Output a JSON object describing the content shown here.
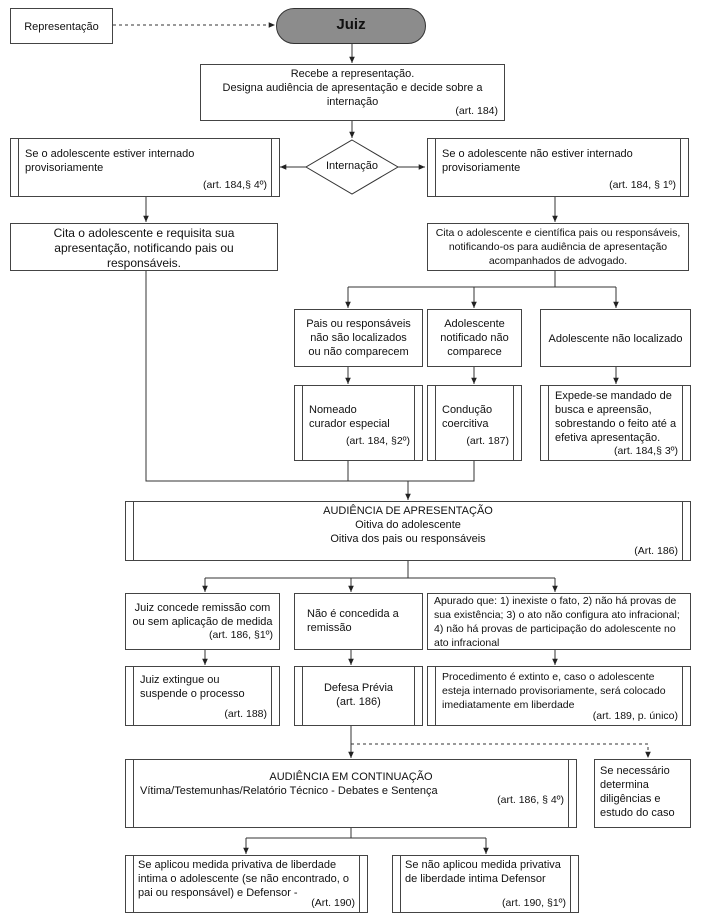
{
  "representacao": "Representação",
  "juiz": "Juiz",
  "recebe": {
    "text": "Recebe a representação.\nDesigna audiência de apresentação e decide sobre a internação",
    "ref": "(art. 184)"
  },
  "internacao": "Internação",
  "internado": {
    "text": "Se o adolescente estiver internado\nprovisoriamente",
    "ref": "(art. 184,§ 4º)"
  },
  "nao_internado": {
    "text": "Se o adolescente não estiver internado\nprovisoriamente",
    "ref": "(art. 184, § 1º)"
  },
  "cita_requisita": "Cita o adolescente e requisita sua\napresentação, notificando pais ou\nresponsáveis.",
  "cita_cientifica": "Cita o adolescente e científica pais ou responsáveis,\nnotificando-os para audiência de apresentação\nacompanhados de advogado.",
  "pais_nao_localizados": "Pais ou responsáveis\nnão são localizados\nou não comparecem",
  "adolescente_notificado": "Adolescente\nnotificado não\ncomparece",
  "adolescente_nao_localizado": "Adolescente não localizado",
  "nomeado": {
    "text": "Nomeado\ncurador especial",
    "ref": "(art. 184, §2º)"
  },
  "conducao": {
    "text": "Condução\ncoercitiva",
    "ref": "(art. 187)"
  },
  "expede": {
    "text": "Expede-se mandado de\nbusca e apreensão,\nsobrestando o feito até a\nefetiva apresentação.",
    "ref": "(art. 184,§ 3º)"
  },
  "audiencia_apresentacao": {
    "text": "AUDIÊNCIA DE APRESENTAÇÃO\nOitiva do adolescente\nOitiva dos pais ou responsáveis",
    "ref": "(Art. 186)"
  },
  "remissao": {
    "text": "Juiz concede remissão com\nou sem aplicação de medida",
    "ref": "(art. 186, §1º)"
  },
  "nao_remissao": "Não é concedida a\nremissão",
  "apurado": "Apurado que: 1) inexiste o fato, 2) não há provas de\nsua existência; 3) o ato não configura ato infracional;\n4) não há provas de participação do adolescente no\nato infracional",
  "extingue": {
    "text": "Juiz extingue ou\nsuspende o processo",
    "ref": "(art. 188)"
  },
  "defesa": {
    "text": "Defesa Prévia",
    "ref": "(art. 186)"
  },
  "procedimento": {
    "text": "Procedimento é extinto e, caso  o adolescente\nesteja internado provisoriamente, será colocado\nimediatamente em liberdade",
    "ref": "(art. 189, p. único)"
  },
  "audiencia_continuacao": {
    "title": "AUDIÊNCIA EM CONTINUAÇÃO",
    "text": "Vítima/Testemunhas/Relatório Técnico - Debates e Sentença",
    "ref": "(art. 186, § 4º)"
  },
  "diligencias": "Se necessário\ndetermina\ndiligências e\nestudo do caso",
  "privativa": {
    "text": "Se aplicou medida privativa de liberdade\nintima o adolescente (se não encontrado, o\npai ou responsável) e Defensor -",
    "ref": "(Art. 190)"
  },
  "nao_privativa": {
    "text": "Se não aplicou medida privativa\nde liberdade intima Defensor",
    "ref": "(art. 190, §1º)"
  }
}
